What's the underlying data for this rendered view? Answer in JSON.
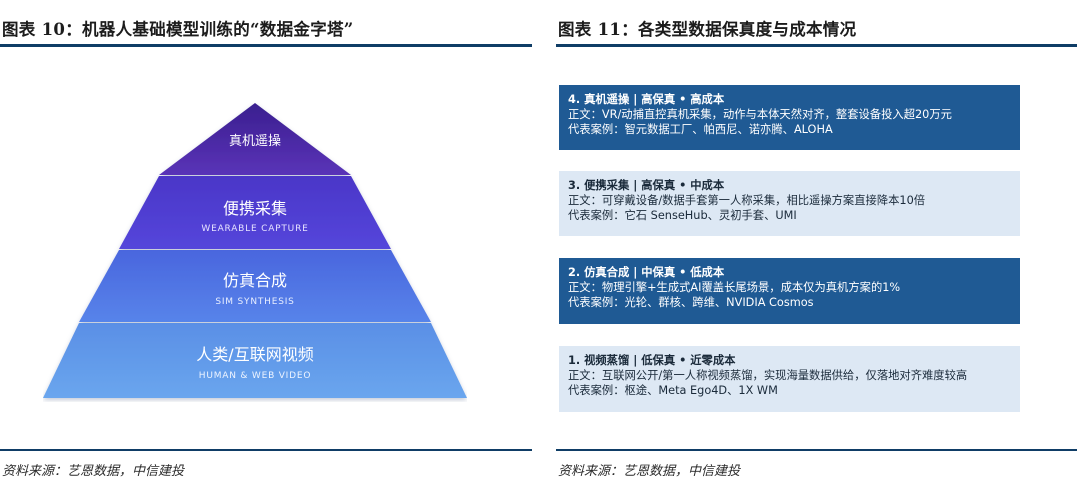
{
  "left": {
    "title": "图表 10：机器人基础模型训练的“数据金字塔”",
    "source": "资料来源：艺恩数据，中信建投",
    "pyramid": [
      {
        "label_cn": "真机遥操",
        "label_en": "",
        "color": "#4b2aa6"
      },
      {
        "label_cn": "便携采集",
        "label_en": "WEARABLE CAPTURE",
        "color": "#4e3dd4"
      },
      {
        "label_cn": "仿真合成",
        "label_en": "SIM SYNTHESIS",
        "color": "#4f7ae6"
      },
      {
        "label_cn": "人类/互联网视频",
        "label_en": "HUMAN & WEB VIDEO",
        "color": "#5b97e8"
      }
    ]
  },
  "right": {
    "title": "图表 11：各类型数据保真度与成本情况",
    "source": "资料来源：艺恩数据，中信建投",
    "cards": [
      {
        "style": "dark",
        "header": "4. 真机遥操 | 高保真 • 高成本",
        "body": "正文：VR/动捕直控真机采集，动作与本体天然对齐，整套设备投入超20万元",
        "cases": "代表案例：智元数据工厂、帕西尼、诺亦腾、ALOHA"
      },
      {
        "style": "light",
        "header": "3. 便携采集 | 高保真 • 中成本",
        "body": "正文：可穿戴设备/数据手套第一人称采集，相比遥操方案直接降本10倍",
        "cases": "代表案例：它石 SenseHub、灵初手套、UMI"
      },
      {
        "style": "dark",
        "header": "2. 仿真合成 | 中保真 • 低成本",
        "body": "正文：物理引擎+生成式AI覆盖长尾场景，成本仅为真机方案的1%",
        "cases": "代表案例：光轮、群核、跨维、NVIDIA Cosmos"
      },
      {
        "style": "light",
        "header": "1. 视频蒸馏 | 低保真 • 近零成本",
        "body": "正文：互联网公开/第一人称视频蒸馏，实现海量数据供给，仅落地对齐难度较高",
        "cases": "代表案例：枢途、Meta Ego4D、1X WM"
      }
    ]
  }
}
